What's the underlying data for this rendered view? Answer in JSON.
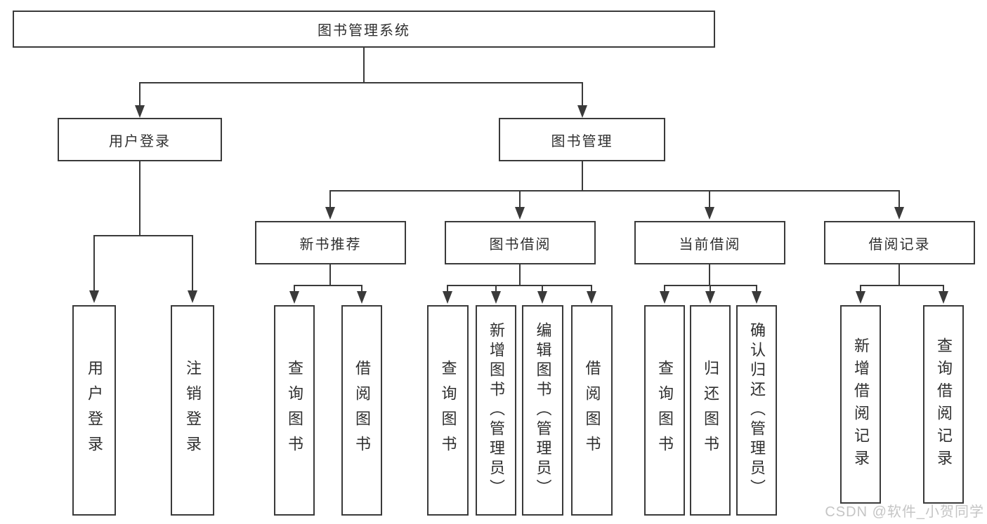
{
  "diagram": {
    "nodes": {
      "root": "图书管理系统",
      "user_login": "用户登录",
      "book_mgmt": "图书管理",
      "new_book_rec": "新书推荐",
      "book_borrow": "图书借阅",
      "current_borrow": "当前借阅",
      "borrow_record": "借阅记录",
      "leaf_user_login": "用户登录",
      "leaf_logout": "注销登录",
      "leaf_query_book_1": "查询图书",
      "leaf_borrow_book_1": "借阅图书",
      "leaf_query_book_2": "查询图书",
      "leaf_add_book": "新增图书（管理员）",
      "leaf_edit_book": "编辑图书（管理员）",
      "leaf_borrow_book_2": "借阅图书",
      "leaf_query_book_3": "查询图书",
      "leaf_return_book": "归还图书",
      "leaf_confirm_return": "确认归还（管理员）",
      "leaf_add_record": "新增借阅记录",
      "leaf_query_record": "查询借阅记录"
    },
    "edges": [
      {
        "from": "root",
        "to": [
          "user_login",
          "book_mgmt"
        ]
      },
      {
        "from": "user_login",
        "to": [
          "leaf_user_login",
          "leaf_logout"
        ]
      },
      {
        "from": "book_mgmt",
        "to": [
          "new_book_rec",
          "book_borrow",
          "current_borrow",
          "borrow_record"
        ]
      },
      {
        "from": "new_book_rec",
        "to": [
          "leaf_query_book_1",
          "leaf_borrow_book_1"
        ]
      },
      {
        "from": "book_borrow",
        "to": [
          "leaf_query_book_2",
          "leaf_add_book",
          "leaf_edit_book",
          "leaf_borrow_book_2"
        ]
      },
      {
        "from": "current_borrow",
        "to": [
          "leaf_query_book_3",
          "leaf_return_book",
          "leaf_confirm_return"
        ]
      },
      {
        "from": "borrow_record",
        "to": [
          "leaf_add_record",
          "leaf_query_record"
        ]
      }
    ]
  },
  "watermark": {
    "text": "CSDN @软件_小贺同学"
  },
  "colors": {
    "line": "#3a3a3a",
    "text": "#2f2f2f",
    "watermark": "#c5c5c5",
    "background": "#ffffff"
  }
}
